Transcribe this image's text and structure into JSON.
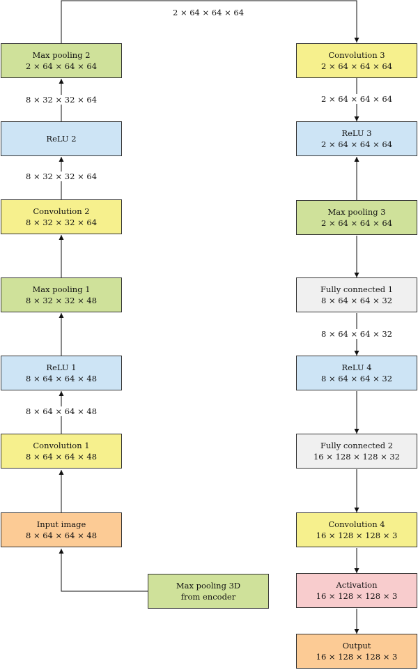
{
  "left_column": {
    "max_pooling_2": {
      "title": "Max pooling 2",
      "dims": "2 × 64 × 64 × 64"
    },
    "relu_2": {
      "title": "ReLU 2"
    },
    "convolution_2": {
      "title": "Convolution 2",
      "dims": "8 × 32 × 32 × 64"
    },
    "max_pooling_1": {
      "title": "Max pooling 1",
      "dims": "8 × 32 × 32 × 48"
    },
    "relu_1": {
      "title": "ReLU 1",
      "dims": "8 × 64 × 64 × 48"
    },
    "convolution_1": {
      "title": "Convolution 1",
      "dims": "8 × 64 × 64 × 48"
    },
    "input_image": {
      "title": "Input image",
      "dims": "8 × 64 × 64 × 48"
    }
  },
  "encoder_input": {
    "line1": "Max pooling 3D",
    "line2": "from encoder"
  },
  "right_column": {
    "convolution_3": {
      "title": "Convolution 3",
      "dims": "2 × 64 × 64 × 64"
    },
    "relu_3": {
      "title": "ReLU 3",
      "dims": "2 × 64 × 64 × 64"
    },
    "max_pooling_3": {
      "title": "Max pooling 3",
      "dims": "2 × 64 × 64 × 64"
    },
    "fully_connected_1": {
      "title": "Fully connected 1",
      "dims": "8 × 64 × 64 × 32"
    },
    "relu_4": {
      "title": "ReLU 4",
      "dims": "8 × 64 × 64 × 32"
    },
    "fully_connected_2": {
      "title": "Fully connected 2",
      "dims": "16 × 128 × 128 × 32"
    },
    "convolution_4": {
      "title": "Convolution 4",
      "dims": "16 × 128 × 128 × 3"
    },
    "activation": {
      "title": "Activation",
      "dims": "16 × 128 × 128 × 3"
    },
    "output": {
      "title": "Output",
      "dims": "16 × 128 × 128 × 3"
    }
  },
  "edge_labels": {
    "top_connection": "2 × 64 × 64 × 64",
    "relu2_to_maxpool2": "8 × 32 × 32 × 64",
    "conv2_to_relu2": "8 × 32 × 32 × 64",
    "conv1_to_relu1": "8 × 64 × 64 × 48",
    "conv3_to_relu3": "2 × 64 × 64 × 64",
    "fc1_to_relu4": "8 × 64 × 64 × 32"
  },
  "colors": {
    "max_pooling": "#cfe19a",
    "relu": "#cde4f5",
    "convolution": "#f6f08d",
    "input_output": "#fccb95",
    "fully_connected": "#f0f0f0",
    "activation": "#f8cccd"
  }
}
